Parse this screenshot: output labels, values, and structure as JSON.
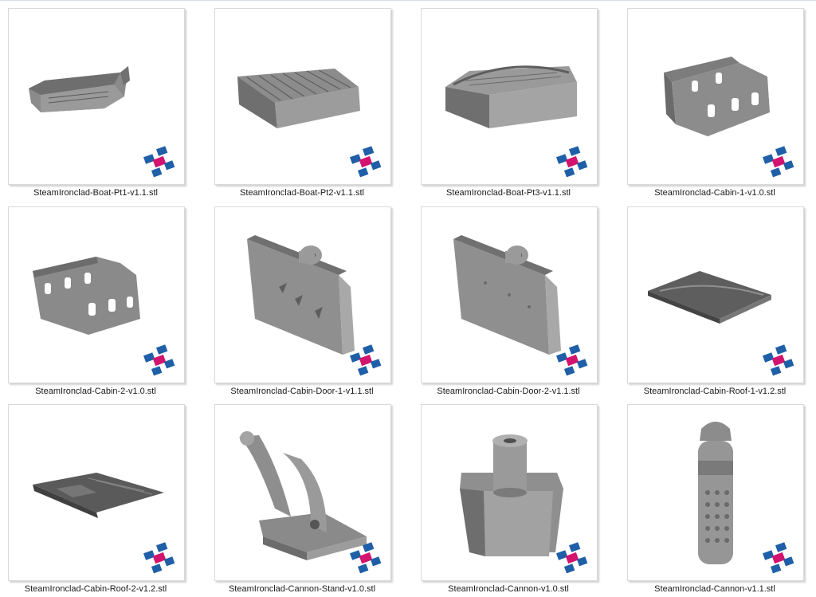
{
  "files": [
    {
      "name": "SteamIronclad-Boat-Pt1-v1.1.stl",
      "model": "boat-pt1"
    },
    {
      "name": "SteamIronclad-Boat-Pt2-v1.1.stl",
      "model": "boat-pt2"
    },
    {
      "name": "SteamIronclad-Boat-Pt3-v1.1.stl",
      "model": "boat-pt3"
    },
    {
      "name": "SteamIronclad-Cabin-1-v1.0.stl",
      "model": "cabin-1"
    },
    {
      "name": "SteamIronclad-Cabin-2-v1.0.stl",
      "model": "cabin-2"
    },
    {
      "name": "SteamIronclad-Cabin-Door-1-v1.1.stl",
      "model": "cabin-door-1"
    },
    {
      "name": "SteamIronclad-Cabin-Door-2-v1.1.stl",
      "model": "cabin-door-2"
    },
    {
      "name": "SteamIronclad-Cabin-Roof-1-v1.2.stl",
      "model": "cabin-roof-1"
    },
    {
      "name": "SteamIronclad-Cabin-Roof-2-v1.2.stl",
      "model": "cabin-roof-2"
    },
    {
      "name": "SteamIronclad-Cannon-Stand-v1.0.stl",
      "model": "cannon-stand"
    },
    {
      "name": "SteamIronclad-Cannon-v1.0.stl",
      "model": "cannon"
    },
    {
      "name": "SteamIronclad-Cannon-v1.1.stl",
      "model": "cannon-tall"
    }
  ],
  "colors": {
    "logo_blue": "#1f5fa8",
    "logo_magenta": "#d2146e",
    "model_gray": "#8c8c8c"
  }
}
